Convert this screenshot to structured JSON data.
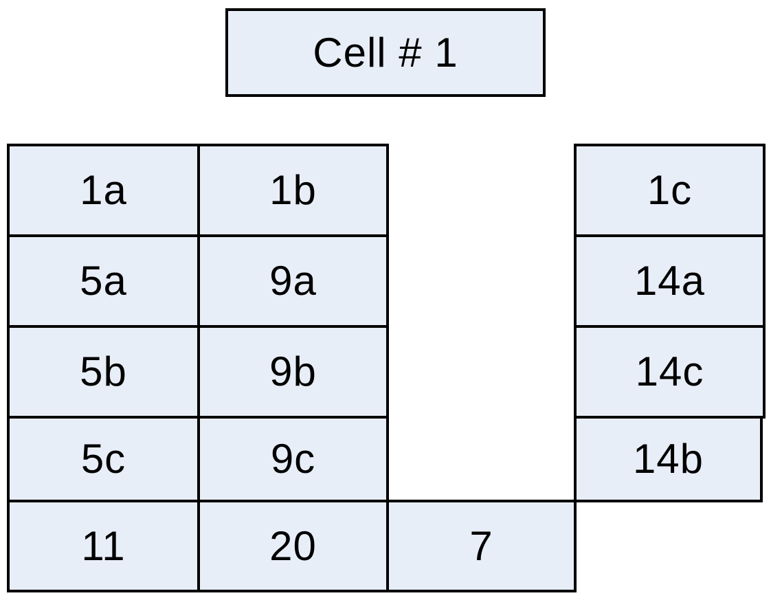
{
  "title_box": {
    "label": "Cell # 1"
  },
  "left_table": {
    "rows": [
      {
        "cells": [
          "1a",
          "1b"
        ]
      },
      {
        "cells": [
          "5a",
          "9a"
        ]
      },
      {
        "cells": [
          "5b",
          "9b"
        ]
      },
      {
        "cells": [
          "5c",
          "9c"
        ]
      },
      {
        "cells": [
          "11",
          "20",
          "7"
        ]
      }
    ]
  },
  "right_column": {
    "cells": [
      "1c",
      "14a",
      "14c",
      "14b"
    ]
  },
  "colors": {
    "box_fill": "#e8eef7",
    "box_border": "#000000",
    "page_background": "#ffffff",
    "text": "#000000"
  }
}
